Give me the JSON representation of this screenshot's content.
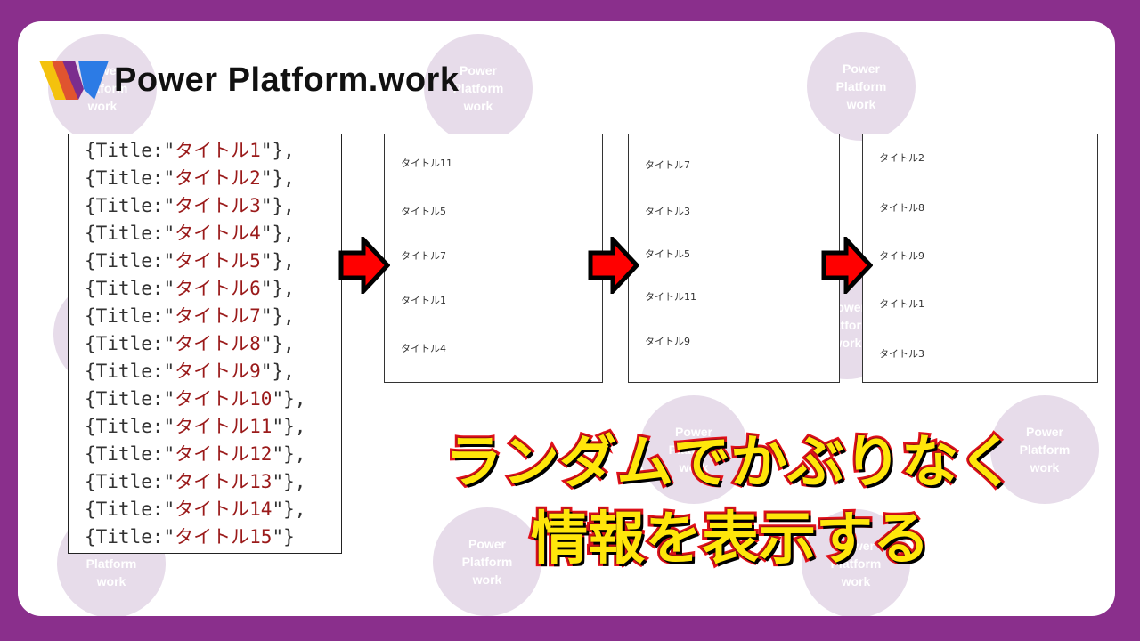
{
  "brand": {
    "name": "Power Platform.work",
    "watermark_lines": [
      "Power",
      "Platform",
      "work"
    ],
    "colors": {
      "frame": "#8a2f8c",
      "logo_blue": "#2c7be5",
      "logo_yellow": "#f4c20d",
      "logo_purple": "#7b2d8e"
    }
  },
  "code": {
    "lines": [
      {
        "prefix": "{Title:\"",
        "value": "タイトル1",
        "suffix": "\"},"
      },
      {
        "prefix": "{Title:\"",
        "value": "タイトル2",
        "suffix": "\"},"
      },
      {
        "prefix": "{Title:\"",
        "value": "タイトル3",
        "suffix": "\"},"
      },
      {
        "prefix": "{Title:\"",
        "value": "タイトル4",
        "suffix": "\"},"
      },
      {
        "prefix": "{Title:\"",
        "value": "タイトル5",
        "suffix": "\"},"
      },
      {
        "prefix": "{Title:\"",
        "value": "タイトル6",
        "suffix": "\"},"
      },
      {
        "prefix": "{Title:\"",
        "value": "タイトル7",
        "suffix": "\"},"
      },
      {
        "prefix": "{Title:\"",
        "value": "タイトル8",
        "suffix": "\"},"
      },
      {
        "prefix": "{Title:\"",
        "value": "タイトル9",
        "suffix": "\"},"
      },
      {
        "prefix": "{Title:\"",
        "value": "タイトル10",
        "suffix": "\"},"
      },
      {
        "prefix": "{Title:\"",
        "value": "タイトル11",
        "suffix": "\"},"
      },
      {
        "prefix": "{Title:\"",
        "value": "タイトル12",
        "suffix": "\"},"
      },
      {
        "prefix": "{Title:\"",
        "value": "タイトル13",
        "suffix": "\"},"
      },
      {
        "prefix": "{Title:\"",
        "value": "タイトル14",
        "suffix": "\"},"
      },
      {
        "prefix": "{Title:\"",
        "value": "タイトル15",
        "suffix": "\"}"
      }
    ]
  },
  "panels": [
    {
      "items": [
        "タイトル11",
        "タイトル5",
        "タイトル7",
        "タイトル1",
        "タイトル4"
      ]
    },
    {
      "items": [
        "タイトル7",
        "タイトル3",
        "タイトル5",
        "タイトル11",
        "タイトル9"
      ]
    },
    {
      "items": [
        "タイトル2",
        "タイトル8",
        "タイトル9",
        "タイトル1",
        "タイトル3"
      ]
    }
  ],
  "headline": {
    "line1": "ランダムでかぶりなく",
    "line2": "情報を表示する"
  },
  "arrow_color": "#ff0000"
}
